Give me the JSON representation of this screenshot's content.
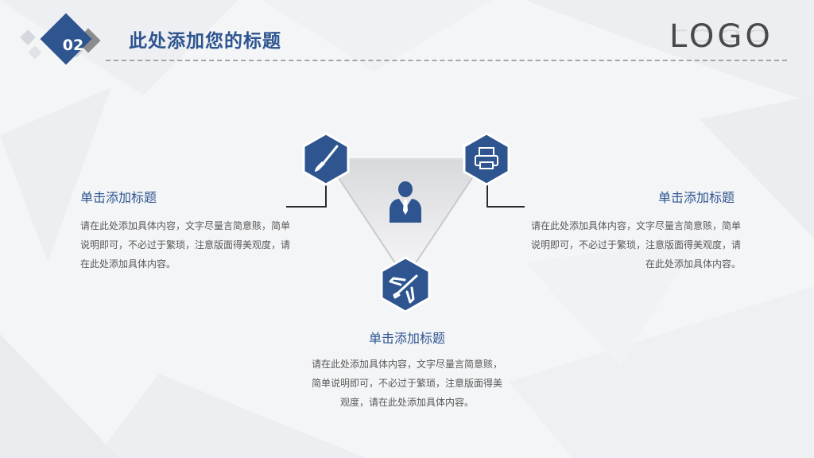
{
  "header": {
    "section_number": "02",
    "title": "此处添加您的标题",
    "logo": "LOGO"
  },
  "items": {
    "left": {
      "title": "单击添加标题",
      "desc_lines": [
        "请在此处添加具体内容，文字尽量言简意赅，简单",
        "说明即可，不必过于繁琐，注意版面得美观度，请",
        "在此处添加具体内容。"
      ],
      "icon": "paint-brush-icon"
    },
    "right": {
      "title": "单击添加标题",
      "desc_lines": [
        "请在此处添加具体内容，文字尽量言简意赅，简单",
        "说明即可，不必过于繁琐，注意版面得美观度，请",
        "在此处添加具体内容。"
      ],
      "icon": "printer-icon"
    },
    "bottom": {
      "title": "单击添加标题",
      "desc_lines": [
        "请在此处添加具体内容，文字尽量言简意赅，",
        "简单说明即可，不必过于繁琐，注意版面得美",
        "观度，请在此处添加具体内容。"
      ],
      "icon": "airplane-icon"
    },
    "center_icon": "businessman-icon"
  },
  "colors": {
    "accent": "#2e5590",
    "accent_dark": "#264a80",
    "text": "#595959",
    "rule": "#a6a6a6",
    "leader": "#2b2b2b"
  }
}
